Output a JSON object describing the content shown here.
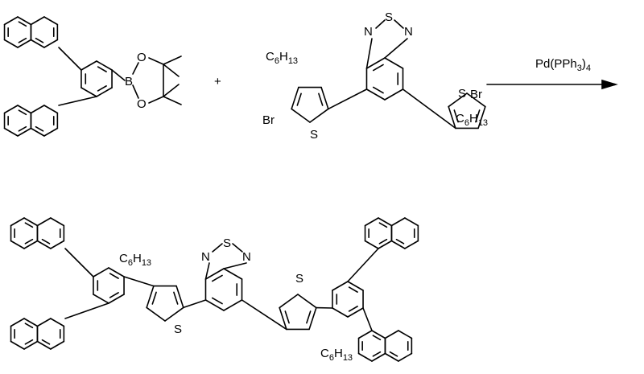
{
  "scheme": {
    "plus": "+",
    "catalyst": {
      "a": "Pd(PPh",
      "n1": "3",
      "b": ")",
      "n2": "4"
    },
    "atoms": {
      "boron": "B",
      "oxygen": "O",
      "sulfur": "S",
      "nitrogen": "N",
      "bromine": "Br"
    },
    "alkyl": {
      "c": "C",
      "n1": "6",
      "h": "H",
      "n2": "13"
    },
    "ink_color": "#000000",
    "arrow": "reaction-arrow"
  }
}
